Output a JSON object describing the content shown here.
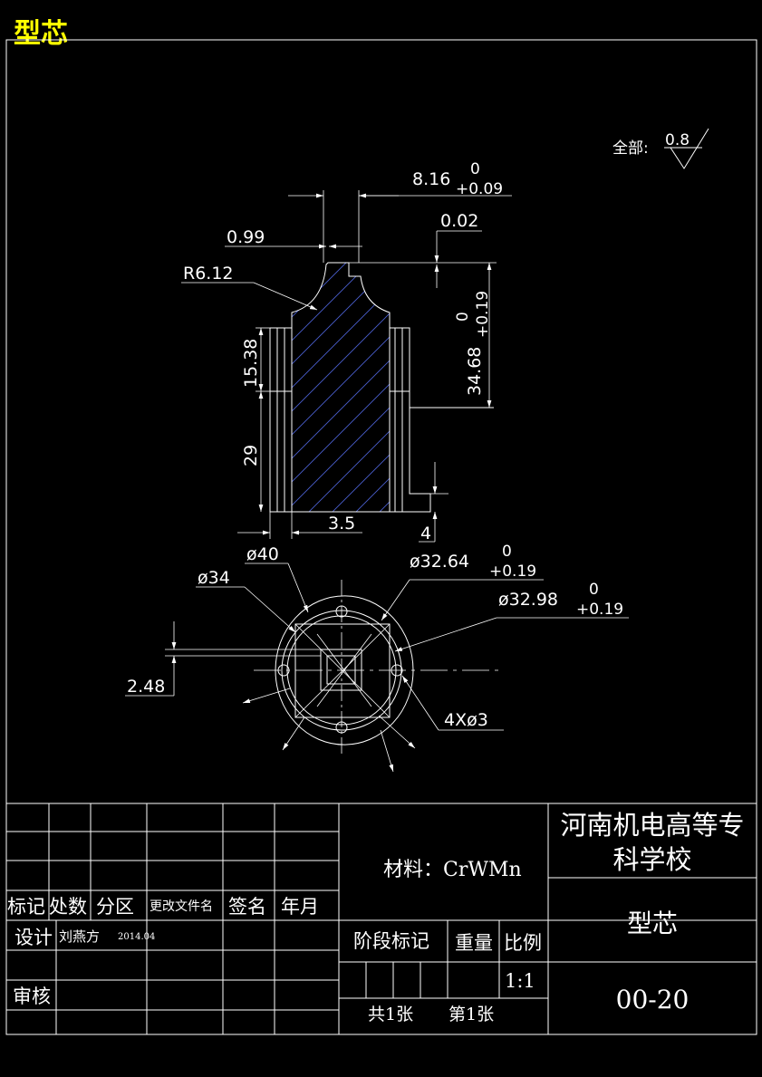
{
  "header": {
    "title": "型芯",
    "title_color": "#ffff00"
  },
  "colors": {
    "background": "#000000",
    "lines": "#ffffff",
    "hatch": "#4a5fcf"
  },
  "roughness": {
    "label": "全部:",
    "value": "0.8"
  },
  "dimensions": {
    "width_top": "8.16",
    "width_top_upper": "0",
    "width_top_lower": "+0.09",
    "gap_small": "0.99",
    "flatness": "0.02",
    "fillet": "R6.12",
    "height_total": "34.68",
    "height_total_upper": "0",
    "height_total_lower": "+0.19",
    "height_upper": "15.38",
    "height_lower": "29",
    "step_width": "3.5",
    "step_height": "4",
    "dia_outer": "ø40",
    "dia_34": "ø34",
    "dia_3264": "ø32.64",
    "dia_3264_upper": "0",
    "dia_3264_lower": "+0.19",
    "dia_3298": "ø32.98",
    "dia_3298_upper": "0",
    "dia_3298_lower": "+0.19",
    "offset": "2.48",
    "holes": "4Xø3"
  },
  "title_block": {
    "school_line1": "河南机电高等专",
    "school_line2": "科学校",
    "material": "材料：CrWMn",
    "part_name": "型芯",
    "drawing_no": "00-20",
    "col_mark": "标记",
    "col_count": "处数",
    "col_zone": "分区",
    "col_doc": "更改文件名",
    "col_sign": "签名",
    "col_date": "年月",
    "design_label": "设计",
    "designer": "刘燕方",
    "design_date": "2014.04",
    "review_label": "审核",
    "stage_label": "阶段标记",
    "weight_label": "重量",
    "scale_label": "比例",
    "scale_value": "1:1",
    "sheets_total": "共1张",
    "sheet_no": "第1张"
  }
}
